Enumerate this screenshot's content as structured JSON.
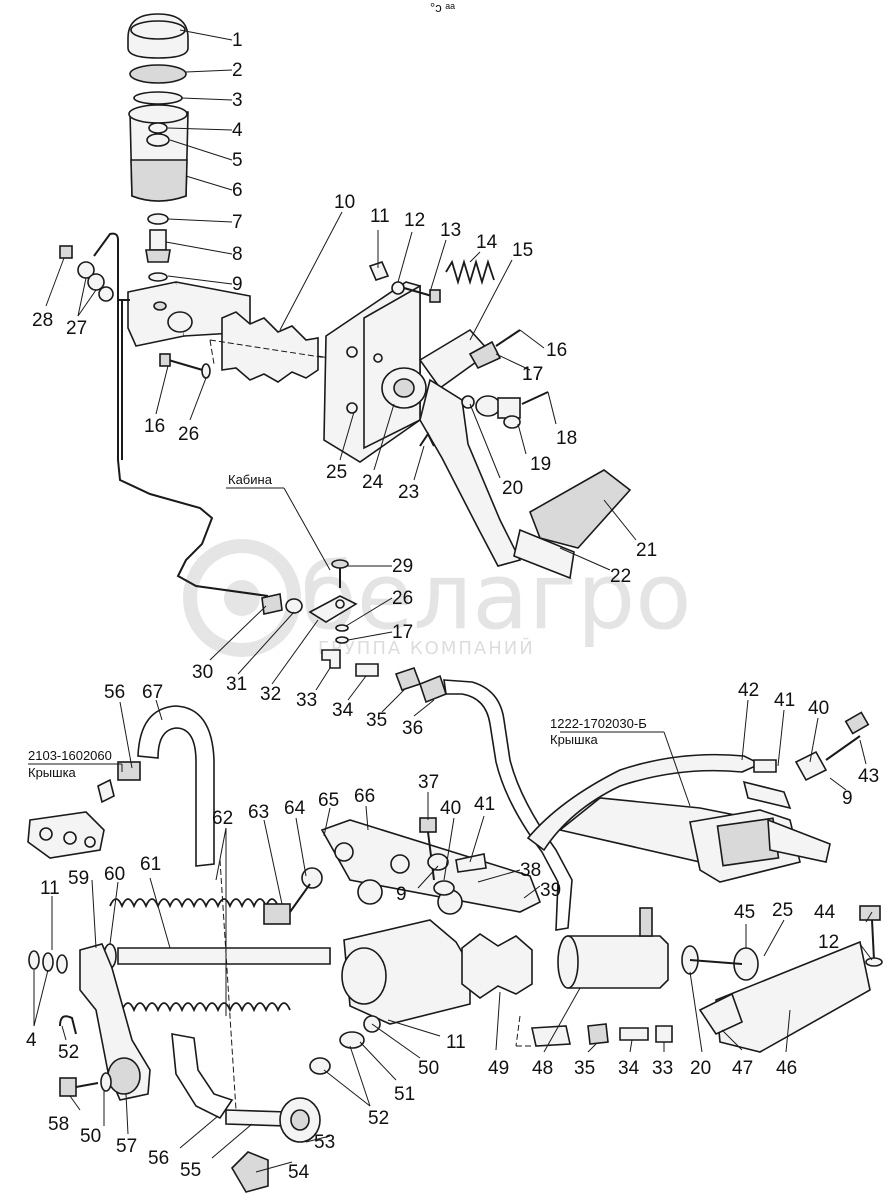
{
  "top_mark": "°ↄ ᵃᵃ",
  "notes": {
    "cabin": "Кабина",
    "cover_right_code": "1222-1702030-Б",
    "cover_right_label": "Крышка",
    "cover_left_code": "2103-1602060",
    "cover_left_label": "Крышка"
  },
  "watermark": {
    "brand": "белагро",
    "subtitle": "ГРУППА КОМПАНИЙ"
  },
  "callouts": [
    "1",
    "2",
    "3",
    "4",
    "5",
    "6",
    "7",
    "8",
    "9",
    "10",
    "11",
    "12",
    "13",
    "14",
    "15",
    "16",
    "17",
    "27",
    "28",
    "16",
    "26",
    "17",
    "18",
    "19",
    "20",
    "21",
    "22",
    "23",
    "24",
    "25",
    "29",
    "26",
    "17",
    "30",
    "31",
    "32",
    "33",
    "34",
    "35",
    "36",
    "42",
    "41",
    "40",
    "43",
    "9",
    "56",
    "67",
    "62",
    "63",
    "64",
    "65",
    "66",
    "37",
    "40",
    "41",
    "9",
    "38",
    "39",
    "11",
    "59",
    "60",
    "61",
    "4",
    "52",
    "58",
    "50",
    "57",
    "56",
    "55",
    "54",
    "53",
    "52",
    "51",
    "50",
    "11",
    "49",
    "48",
    "35",
    "34",
    "33",
    "20",
    "47",
    "46",
    "45",
    "25",
    "44",
    "12"
  ]
}
